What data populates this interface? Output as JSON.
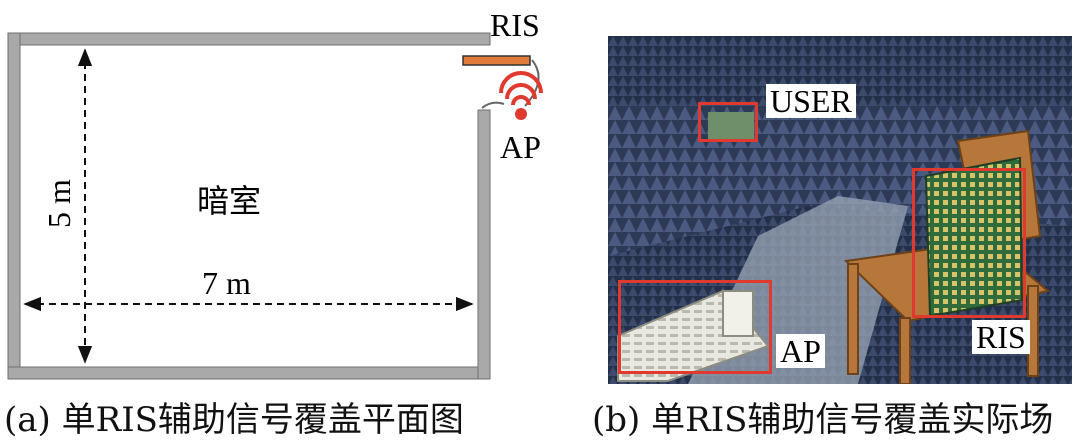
{
  "plan": {
    "ris_label": "RIS",
    "ap_label": "AP",
    "room_label": "暗室",
    "height_label": "5 m",
    "width_label": "7 m",
    "colors": {
      "wall": "#a9a9a9",
      "ris": "#e07b39",
      "ap": "#e03a2e"
    },
    "icons": [
      "wifi-icon"
    ]
  },
  "photo": {
    "user_label": "USER",
    "ris_label": "RIS",
    "ap_label": "AP",
    "colors": {
      "box": "#e03a2e"
    }
  },
  "captions": {
    "a": "(a) 单RIS辅助信号覆盖平面图",
    "b": "(b) 单RIS辅助信号覆盖实际场"
  }
}
